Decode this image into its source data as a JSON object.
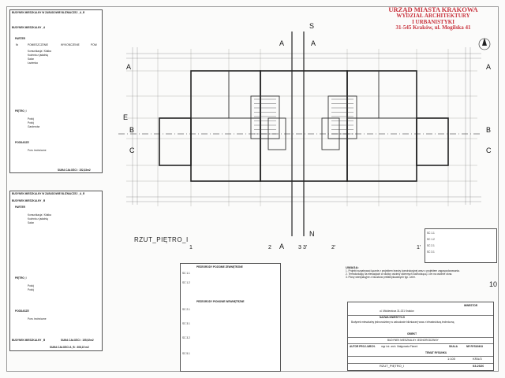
{
  "stamp": {
    "line1": "URZĄD MIASTA KRAKOWA",
    "line2": "WYDZIAŁ ARCHITEKTURY",
    "line3": "I URBANISTYKI",
    "line4": "31-545 Kraków, ul. Mogilska 41"
  },
  "plan": {
    "title": "RZUT_PIĘTRO_I",
    "axis_letters": [
      "A",
      "B",
      "C",
      "E",
      "S",
      "N"
    ],
    "axis_numbers": [
      "1",
      "2",
      "3",
      "3'",
      "2'",
      "1'"
    ]
  },
  "left_tables": {
    "top_title": "BUDYNEK MIESZKALNY W ZABUDOWIE BLIŹNIACZEJ _A_B",
    "block_a_title": "BUDYNEK MIESZKALNY _A",
    "block_b_title": "BUDYNEK MIESZKALNY _B",
    "floor_parter": "PARTER",
    "floor_pietro": "PIĘTRO_I",
    "floor_poddasze": "PODDASZE",
    "col_nr": "Nr",
    "col_name": "POMIESZCZENIE",
    "col_floor": "WYKOŃCZENIE",
    "col_area": "POW.",
    "sum_a": "SUMA CAŁOŚCI : 152,33m2",
    "sum_b": "SUMA CAŁOŚCI : 155,92m2",
    "sum_total": "SUMA CAŁOŚCI A_B : 308,15 m2",
    "rows": [
      "Komunikacja / Klatka",
      "Kuchnia z jadalnią",
      "Salon",
      "Łazienka",
      "Pokój",
      "Pokój",
      "Garderoba",
      "Pom. techniczne"
    ]
  },
  "legend": {
    "title": "PRZEGRODY POZIOME ZEWNĘTRZNE",
    "title2": "PRZEGRODY PIONOWE WEWNĘTRZNE",
    "codes": [
      "SC 1.1",
      "SC 1.2",
      "SC 2.1",
      "SC 3.1",
      "SC 3.2",
      "SC 5.1"
    ]
  },
  "notes": {
    "title": "UWAGA:",
    "items": [
      "1. Projekt rozpatrywać łącznie z projektem branży konstrukcyjnej wraz z projektem zagospodarowania.",
      "2. Termoizolację na elewacjach w okolicy ościeży okiennych zachodzącą 1 cm na ościeże okna.",
      "3. Piony wentylacyjne z bloczków prefabrykowanych typ. Leier."
    ]
  },
  "titleblock": {
    "investor_label": "INWESTOR",
    "investor_text": "ul. Mickiewicza 31-021 Kraków",
    "investment_label": "NAZWA INWESTYCJI",
    "investment_text": "Budynek mieszkalny jednorodzinny w zabudowie bliźniaczej wraz z infrastrukturą techniczną",
    "object_label": "OBIEKT",
    "object_text": "BUDYNEK MIESZKALNY JEDNORODZINNY",
    "author_label": "AUTOR PROJ./ARCH.",
    "author_text": "mgr inż. arch. Małgorzata Flanek",
    "sheet_title_label": "TEMAT RYSUNKU",
    "sheet_title": "RZUT_PIĘTRO_I",
    "scale_label": "SKALA",
    "scale": "1:100",
    "drawing_no_label": "NR RYSUNKU",
    "drawing_no": "KRA/3",
    "date": "03.2020",
    "page_mark": "10"
  }
}
